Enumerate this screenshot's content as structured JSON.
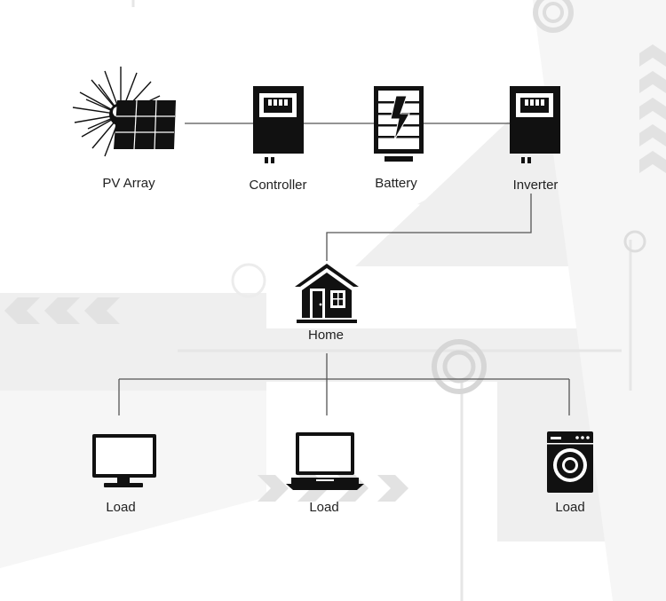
{
  "diagram": {
    "nodes": {
      "pv_array": {
        "label": "PV Array",
        "icon": "solar-panel-icon"
      },
      "controller": {
        "label": "Controller",
        "icon": "charge-controller-icon"
      },
      "battery": {
        "label": "Battery",
        "icon": "battery-icon"
      },
      "inverter": {
        "label": "Inverter",
        "icon": "inverter-icon"
      },
      "home": {
        "label": "Home",
        "icon": "house-icon"
      },
      "load_monitor": {
        "label": "Load",
        "icon": "monitor-icon"
      },
      "load_laptop": {
        "label": "Load",
        "icon": "laptop-icon"
      },
      "load_washer": {
        "label": "Load",
        "icon": "washing-machine-icon"
      }
    },
    "connections": [
      [
        "pv_array",
        "controller"
      ],
      [
        "controller",
        "battery"
      ],
      [
        "battery",
        "inverter"
      ],
      [
        "inverter",
        "home"
      ],
      [
        "home",
        "load_monitor"
      ],
      [
        "home",
        "load_laptop"
      ],
      [
        "home",
        "load_washer"
      ]
    ]
  },
  "colors": {
    "icon": "#111111",
    "line": "#555555",
    "label": "#222222",
    "background_pattern": "#e9e9e9"
  }
}
